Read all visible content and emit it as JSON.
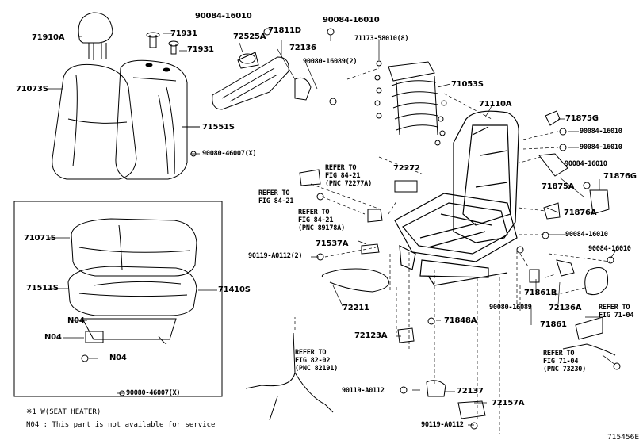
{
  "parts": {
    "p90084_16010_a": "90084-16010",
    "p90084_16010_b": "90084-16010",
    "p90084_16010_c": "90084-16010",
    "p90084_16010_d": "90084-16010",
    "p90084_16010_e": "90084-16010",
    "p90084_16010_f": "90084-16010",
    "p90084_16010_g": "90084-16010",
    "p71910A": "71910A",
    "p71931a": "71931",
    "p71931b": "71931",
    "p72525A": "72525A",
    "p71811D": "71811D",
    "p72136": "72136",
    "p71173": "71173-58010(8)",
    "p90080_16089_2": "90080-16089(2)",
    "p71073S": "71073S",
    "p71053S": "71053S",
    "p71110A": "71110A",
    "p71875G": "71875G",
    "p71551S": "71551S",
    "p90080_46007_a": "90080-46007(X)",
    "p72272": "72272",
    "p71875A": "71875A",
    "p71876G": "71876G",
    "p71876A": "71876A",
    "p71071S": "71071S",
    "p71537A": "71537A",
    "p90119_A0112_2": "90119-A0112(2)",
    "p71511S": "71511S",
    "p71410S": "71410S",
    "p72211": "72211",
    "p71861B": "71861B",
    "p72136A": "72136A",
    "p90080_16089": "90080-16089",
    "p71861": "71861",
    "pN04a": "N04",
    "pN04b": "N04",
    "pN04c": "N04",
    "p71848A": "71848A",
    "p72123A": "72123A",
    "p90119_A0112": "90119-A0112",
    "p72137": "72137",
    "p90080_46007_b": "90080-46007(X)",
    "p72157A": "72157A",
    "p90119_A0112_c": "90119-A0112"
  },
  "refs": {
    "r1": "REFER TO\nFIG 84-21\n(PNC 72277A)",
    "r2": "REFER TO\nFIG 84-21",
    "r3": "REFER TO\nFIG 84-21\n(PNC 89178A)",
    "r4": "REFER TO\nFIG 71-04",
    "r5": "REFER TO\nFIG 71-04\n(PNC 73230)",
    "r6": "REFER TO\nFIG 82-02\n(PNC 82191)"
  },
  "notes": {
    "n1": "※1 W(SEAT HEATER)",
    "n2": "N04 : This part is not available for service"
  },
  "illustration_code": "715456E"
}
